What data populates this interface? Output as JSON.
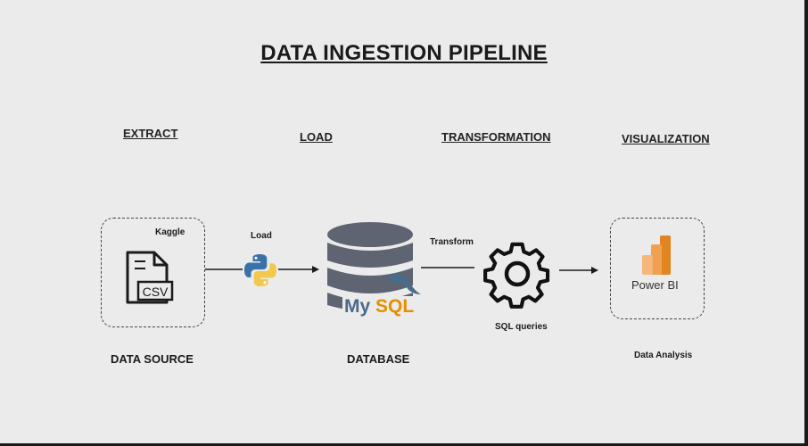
{
  "title": "DATA INGESTION PIPELINE",
  "stages": {
    "extract": "EXTRACT",
    "load": "LOAD",
    "transformation": "TRANSFORMATION",
    "visualization": "VISUALIZATION"
  },
  "source": {
    "tag": "Kaggle",
    "file_label": "CSV",
    "caption": "DATA SOURCE"
  },
  "load_step": {
    "label": "Load"
  },
  "database": {
    "caption": "DATABASE",
    "logo_text_my": "My",
    "logo_text_sql": "SQL"
  },
  "transform_step": {
    "label": "Transform",
    "caption": "SQL queries"
  },
  "visual": {
    "product": "Power BI",
    "caption": "Data Analysis"
  },
  "colors": {
    "python_blue": "#3a72a8",
    "python_yellow": "#f2c94c",
    "db_gray": "#5f6472",
    "mysql_blue": "#4a6b8a",
    "mysql_orange": "#e48e00",
    "powerbi_dark": "#e0851f",
    "powerbi_light": "#f5b87a"
  },
  "icons": {
    "file": "csv-file-icon",
    "python": "python-icon",
    "database": "mysql-database-icon",
    "gear": "gear-icon",
    "powerbi": "power-bi-icon"
  }
}
